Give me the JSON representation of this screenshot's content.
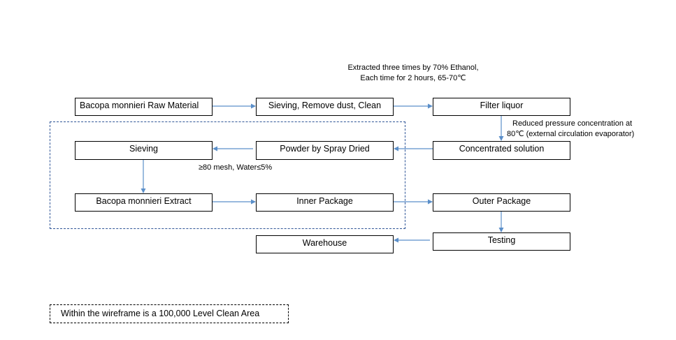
{
  "diagram": {
    "nodes": {
      "raw_material": "Bacopa monnieri  Raw Material",
      "sieving_clean": "Sieving, Remove dust, Clean",
      "filter_liquor": "Filter liquor",
      "concentrated_solution": "Concentrated solution",
      "spray_dried": "Powder by Spray Dried",
      "sieving": "Sieving",
      "extract": "Bacopa monnieri Extract",
      "inner_package": "Inner Package",
      "outer_package": "Outer Package",
      "testing": "Testing",
      "warehouse": "Warehouse"
    },
    "notes": {
      "extraction_line1": "Extracted three times by 70% Ethanol,",
      "extraction_line2": "Each time for 2 hours, 65-70℃",
      "concentration_line1": "Reduced pressure concentration at",
      "concentration_line2": "80℃ (external circulation evaporator)",
      "sieving_spec": "≥80 mesh, Water≤5%"
    },
    "legend": "Within the wireframe is a 100,000 Level Clean Area",
    "colors": {
      "arrow": "#5b8fc9",
      "wireframe": "#2f5597",
      "box_border": "#000000"
    }
  }
}
